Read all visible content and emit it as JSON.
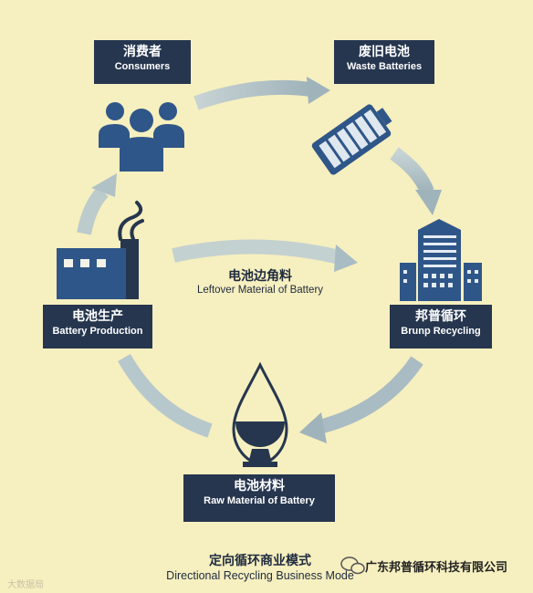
{
  "nodes": {
    "consumers": {
      "zh": "消费者",
      "en": "Consumers"
    },
    "waste": {
      "zh": "废旧电池",
      "en": "Waste Batteries"
    },
    "brunp": {
      "zh": "邦普循环",
      "en": "Brunp Recycling"
    },
    "raw": {
      "zh": "电池材料",
      "en": "Raw Material of Battery"
    },
    "production": {
      "zh": "电池生产",
      "en": "Battery Production"
    }
  },
  "center": {
    "zh": "电池边角料",
    "en": "Leftover Material of Battery"
  },
  "footer": {
    "title_zh": "定向循环商业模式",
    "title_en": "Directional Recycling Business Mode",
    "company": "广东邦普循环科技有限公司",
    "watermark": "大数据局"
  },
  "colors": {
    "background": "#f6efbf",
    "dark": "#26364f",
    "icon": "#2f5688",
    "arrow": "#b2c3c9"
  },
  "icons": {
    "consumers": "people-group-icon",
    "waste": "battery-icon",
    "brunp": "buildings-icon",
    "raw": "flask-drop-icon",
    "production": "factory-icon",
    "company": "wechat-icon"
  }
}
